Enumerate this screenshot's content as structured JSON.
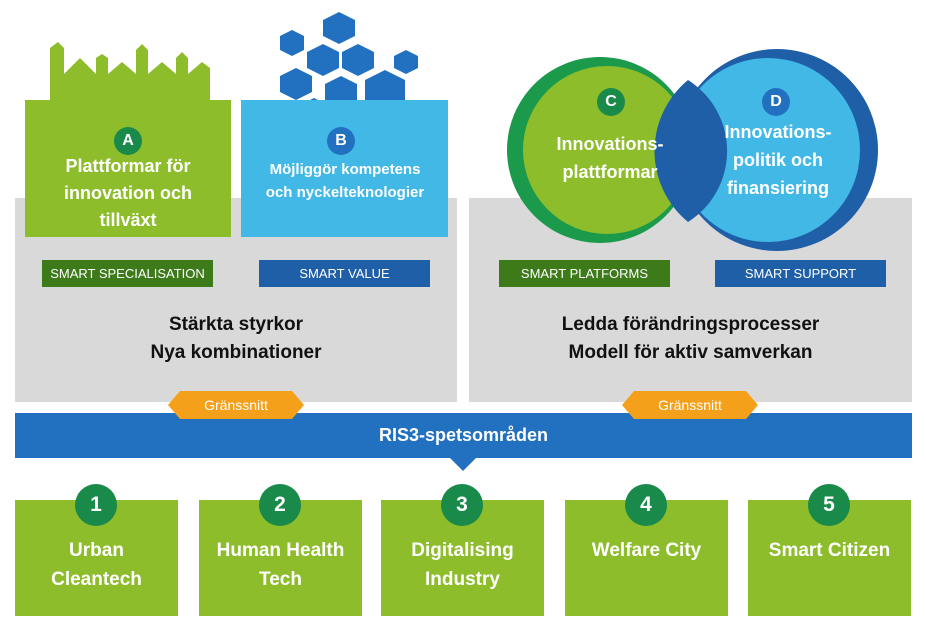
{
  "left": {
    "a": {
      "badge": "A",
      "title": "Plattformar för innovation och tillväxt",
      "tag": "SMART SPECIALISATION"
    },
    "b": {
      "badge": "B",
      "title": "Möjliggör kompetens och nyckelteknologier",
      "tag": "SMART VALUE"
    },
    "line1": "Stärkta styrkor",
    "line2": "Nya kombinationer"
  },
  "right": {
    "c": {
      "badge": "C",
      "title": "Innovations-plattformar",
      "tag": "SMART PLATFORMS"
    },
    "d": {
      "badge": "D",
      "title": "Innovations-politik och finansiering",
      "tag": "SMART SUPPORT"
    },
    "line1": "Ledda förändringsprocesser",
    "line2": "Modell för aktiv samverkan"
  },
  "interfaces": [
    "Gränssnitt",
    "Gränssnitt"
  ],
  "bar": "RIS3-spetsområden",
  "areas": [
    {
      "num": "1",
      "label": "Urban Cleantech"
    },
    {
      "num": "2",
      "label": "Human Health Tech"
    },
    {
      "num": "3",
      "label": "Digitalising Industry"
    },
    {
      "num": "4",
      "label": "Welfare City"
    },
    {
      "num": "5",
      "label": "Smart Citizen"
    }
  ],
  "colors": {
    "green": "#8dbd2a",
    "darkGreen": "#3c7a1a",
    "teal": "#1a8a4a",
    "lightBlue": "#42b8e6",
    "blue": "#2270c0",
    "darkBlue": "#1f5fa8",
    "orange": "#f5a01a",
    "grey": "#d9d9d9"
  }
}
